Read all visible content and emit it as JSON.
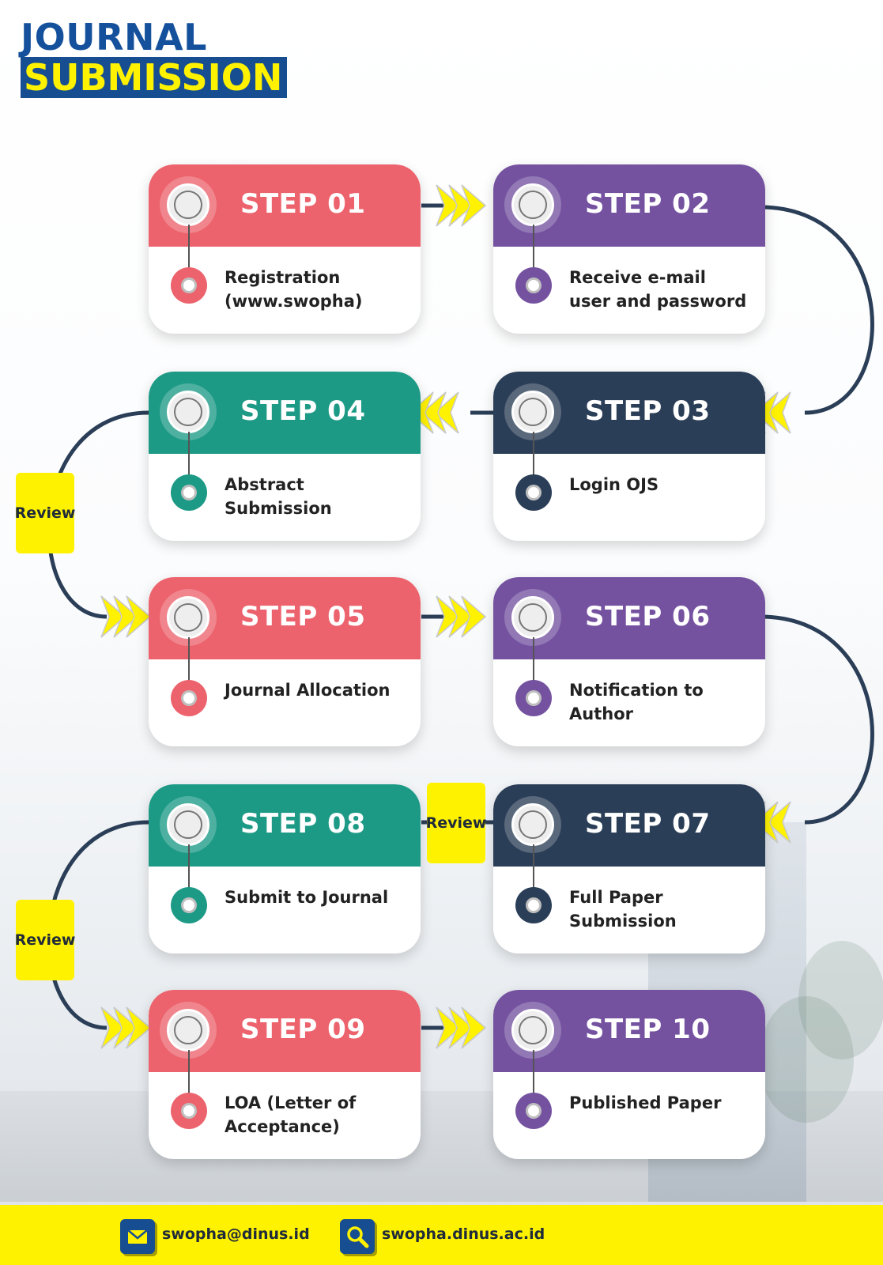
{
  "title": {
    "line1": "JOURNAL",
    "line2": "SUBMISSION"
  },
  "colors": {
    "red": "#ec636d",
    "purple": "#7452a0",
    "teal": "#1d9a86",
    "navy": "#2b3e57",
    "yellow": "#fff200",
    "blue": "#174e91"
  },
  "steps": [
    {
      "label": "STEP 01",
      "text": "Registration\n(www.swopha)",
      "color": "red"
    },
    {
      "label": "STEP 02",
      "text": "Receive e-mail\nuser and password",
      "color": "purple"
    },
    {
      "label": "STEP 03",
      "text": "Login OJS",
      "color": "navy"
    },
    {
      "label": "STEP 04",
      "text": "Abstract\nSubmission",
      "color": "teal"
    },
    {
      "label": "STEP 05",
      "text": "Journal Allocation",
      "color": "red"
    },
    {
      "label": "STEP 06",
      "text": "Notification to\nAuthor",
      "color": "purple"
    },
    {
      "label": "STEP 07",
      "text": "Full Paper\nSubmission",
      "color": "navy"
    },
    {
      "label": "STEP 08",
      "text": "Submit to Journal",
      "color": "teal"
    },
    {
      "label": "STEP 09",
      "text": "LOA (Letter of\nAcceptance)",
      "color": "red"
    },
    {
      "label": "STEP 10",
      "text": "Published Paper",
      "color": "purple"
    }
  ],
  "reviews": [
    "Review",
    "Review",
    "Review"
  ],
  "footer": {
    "email": "swopha@dinus.id",
    "website": "swopha.dinus.ac.id",
    "email_icon": "mail-icon",
    "website_icon": "search-icon"
  }
}
